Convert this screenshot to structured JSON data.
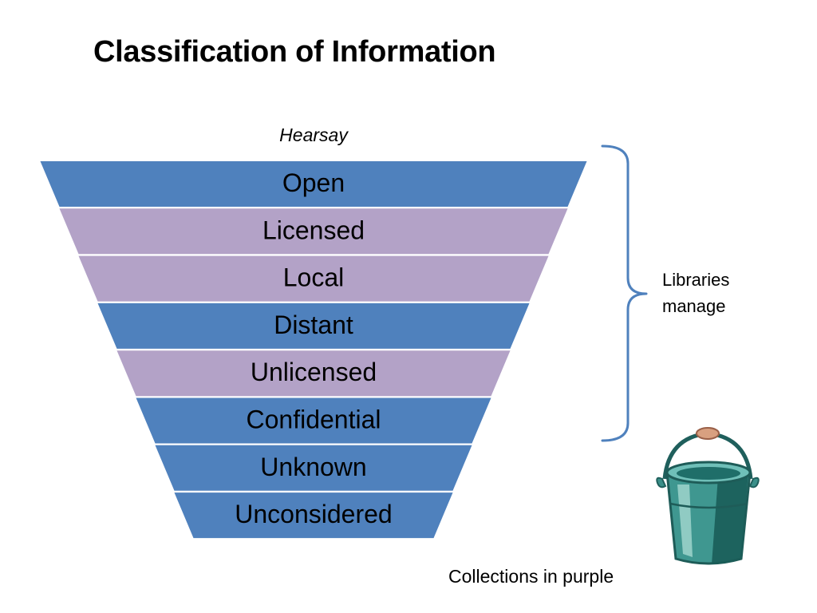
{
  "title": "Classification of Information",
  "hearsay": "Hearsay",
  "tiers": [
    {
      "label": "Open",
      "color": "#4f81bd"
    },
    {
      "label": "Licensed",
      "color": "#b3a2c7"
    },
    {
      "label": "Local",
      "color": "#b3a2c7"
    },
    {
      "label": "Distant",
      "color": "#4f81bd"
    },
    {
      "label": "Unlicensed",
      "color": "#b3a2c7"
    },
    {
      "label": "Confidential",
      "color": "#4f81bd"
    },
    {
      "label": "Unknown",
      "color": "#4f81bd"
    },
    {
      "label": "Unconsidered",
      "color": "#4f81bd"
    }
  ],
  "bracket": {
    "line1": "Libraries",
    "line2": "manage",
    "color": "#4f81bd"
  },
  "note": "Collections in purple",
  "bucket_icon": "bucket-icon"
}
